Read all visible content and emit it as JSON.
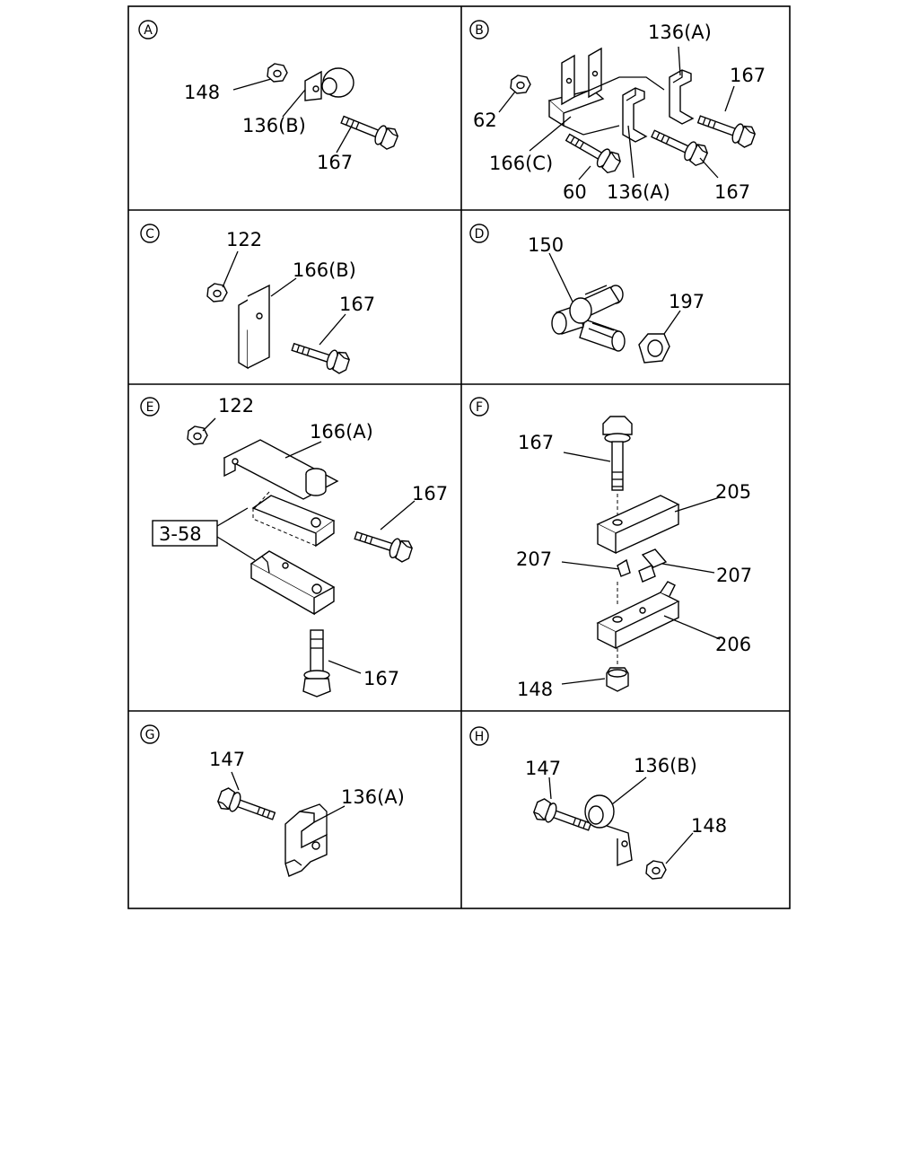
{
  "panels": [
    {
      "id": "A",
      "letter": "A",
      "labels": [
        "148",
        "136(B)",
        "167"
      ]
    },
    {
      "id": "B",
      "letter": "B",
      "labels": [
        "136(A)",
        "167",
        "62",
        "166(C)",
        "60",
        "136(A)",
        "167"
      ]
    },
    {
      "id": "C",
      "letter": "C",
      "labels": [
        "122",
        "166(B)",
        "167"
      ]
    },
    {
      "id": "D",
      "letter": "D",
      "labels": [
        "150",
        "197"
      ]
    },
    {
      "id": "E",
      "letter": "E",
      "labels": [
        "122",
        "166(A)",
        "167",
        "3-58",
        "167"
      ]
    },
    {
      "id": "F",
      "letter": "F",
      "labels": [
        "167",
        "205",
        "207",
        "207",
        "206",
        "148"
      ]
    },
    {
      "id": "G",
      "letter": "G",
      "labels": [
        "147",
        "136(A)"
      ]
    },
    {
      "id": "H",
      "letter": "H",
      "labels": [
        "147",
        "136(B)",
        "148"
      ]
    }
  ],
  "icons": {
    "bolt": "hex-flange-bolt-icon",
    "nut": "hex-nut-icon",
    "clip": "pipe-clip-icon",
    "bracket": "bracket-icon",
    "connector": "t-connector-icon",
    "block": "clamp-block-icon"
  }
}
